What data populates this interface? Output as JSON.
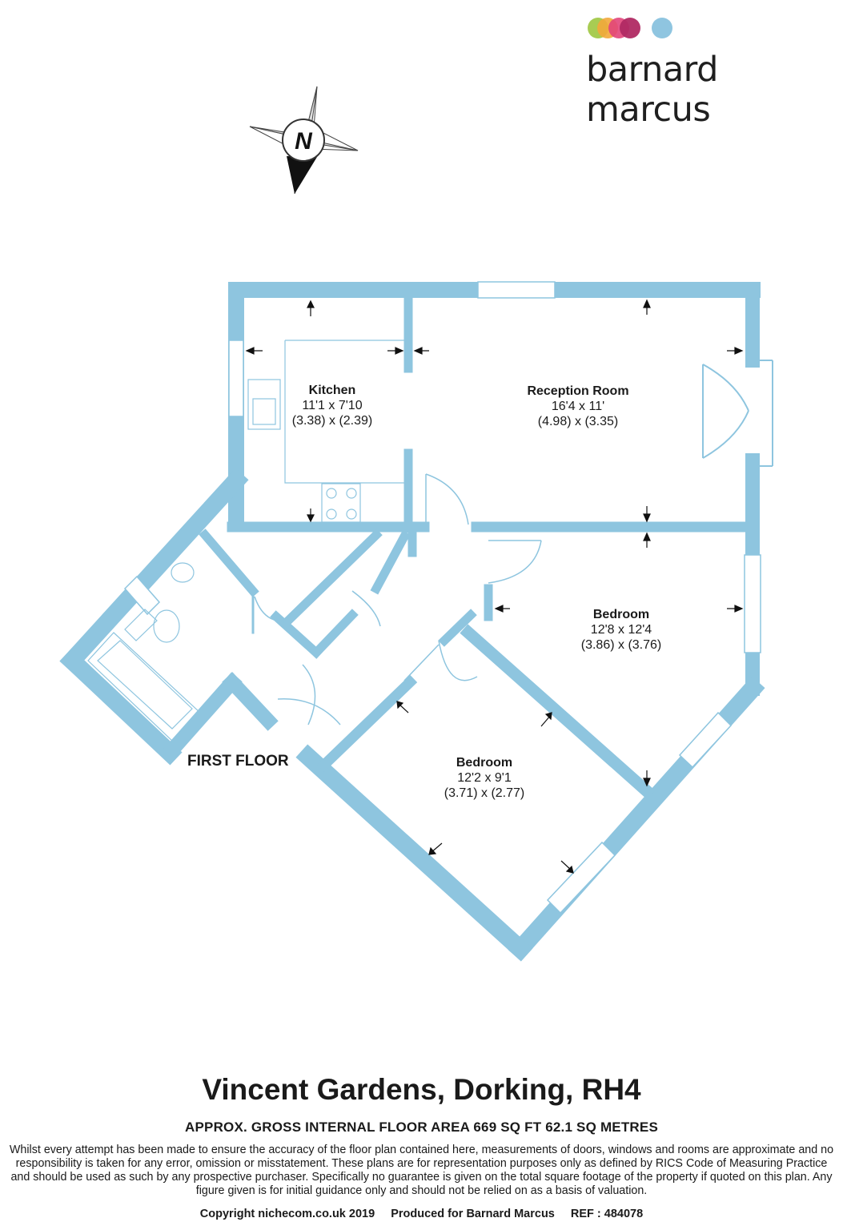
{
  "brand": {
    "name": "barnard marcus",
    "dot_colors": [
      "#a3c94a",
      "#f2a93b",
      "#e2457a",
      "#b02a63",
      "#8fc5e0"
    ]
  },
  "compass": {
    "letter": "N"
  },
  "colors": {
    "wall": "#8ec5df",
    "window": "#ffffff"
  },
  "rooms": {
    "kitchen": {
      "name": "Kitchen",
      "imperial": "11'1 x 7'10",
      "metric": "(3.38) x (2.39)"
    },
    "reception": {
      "name": "Reception Room",
      "imperial": "16'4 x 11'",
      "metric": "(4.98) x (3.35)"
    },
    "bedroom1": {
      "name": "Bedroom",
      "imperial": "12'8 x 12'4",
      "metric": "(3.86) x (3.76)"
    },
    "bedroom2": {
      "name": "Bedroom",
      "imperial": "12'2 x 9'1",
      "metric": "(3.71) x (2.77)"
    }
  },
  "floor_label": "FIRST FLOOR",
  "address": "Vincent Gardens, Dorking, RH4",
  "area": "APPROX. GROSS INTERNAL FLOOR AREA 669 SQ FT 62.1 SQ METRES",
  "disclaimer": "Whilst every attempt has been made to ensure the accuracy of the floor plan contained here, measurements of doors, windows and rooms are approximate and no responsibility is taken for any error, omission or misstatement. These plans are for representation purposes only as defined by RICS Code of Measuring Practice and should be used as such by any prospective purchaser.  Specifically no guarantee is given on the total square footage of the property if quoted on this plan. Any figure given is for initial guidance only and should not be relied on as a basis of valuation.",
  "footer": {
    "copyright": "Copyright nichecom.co.uk 2019",
    "produced": "Produced for Barnard Marcus",
    "ref": "REF : 484078"
  }
}
